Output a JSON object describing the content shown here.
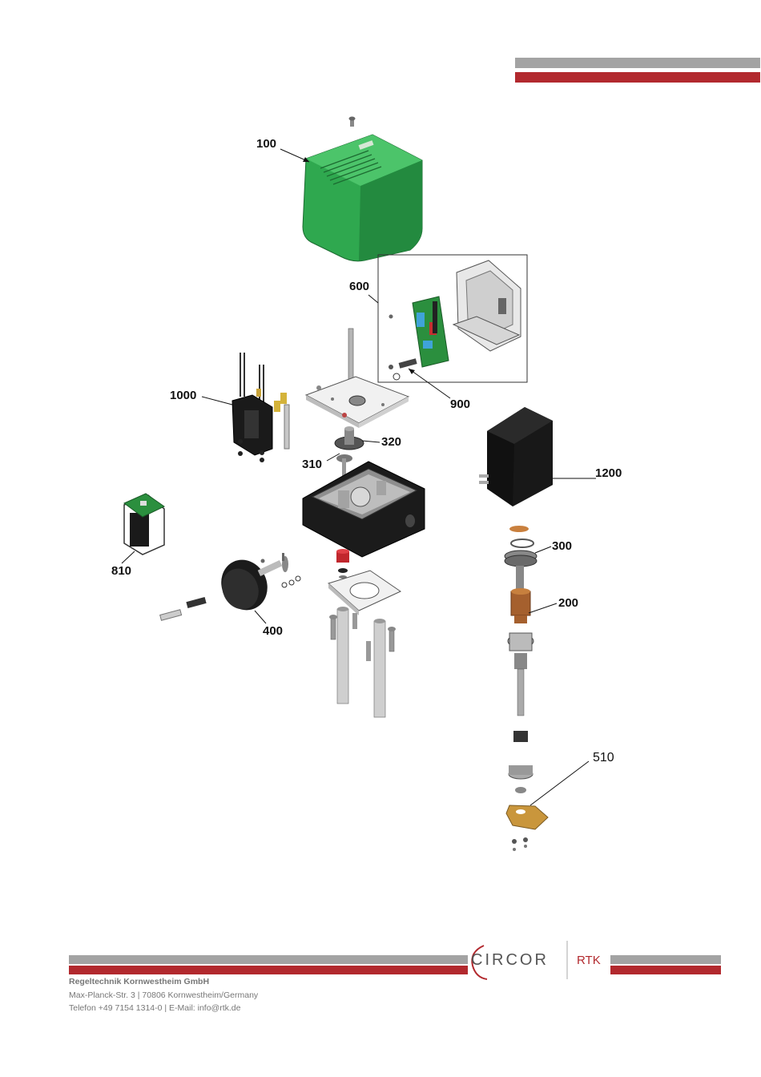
{
  "callouts": {
    "c100": "100",
    "c600": "600",
    "c900": "900",
    "c1000": "1000",
    "c320": "320",
    "c310": "310",
    "c1200": "1200",
    "c810": "810",
    "c300": "300",
    "c200": "200",
    "c400": "400",
    "c510": "510"
  },
  "footer": {
    "brand_circor": "CIRCOR",
    "brand_rtk": "RTK",
    "company": "Regeltechnik Kornwestheim GmbH",
    "address": "Max-Planck-Str. 3 | 70806 Kornwestheim/Germany",
    "contact": "Telefon +49 7154 1314-0 | E-Mail: info@rtk.de"
  },
  "colors": {
    "bar_gray": "#a0a0a0",
    "bar_red": "#b2292e",
    "housing_green": "#2fa84f",
    "body_black": "#1b1b1b"
  }
}
